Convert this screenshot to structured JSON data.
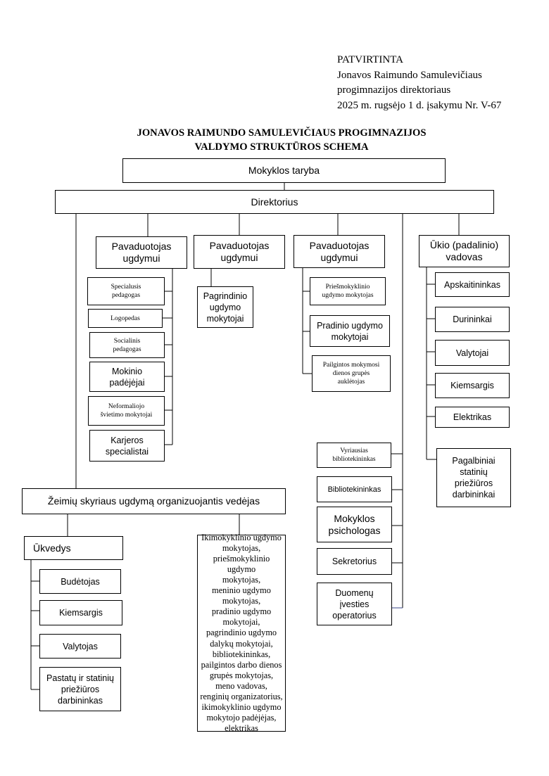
{
  "approval": [
    "PATVIRTINTA",
    "Jonavos Raimundo Samulevičiaus",
    "progimnazijos direktoriaus",
    "2025 m. rugsėjo 1 d. įsakymu Nr. V-67"
  ],
  "title": [
    "JONAVOS RAIMUNDO SAMULEVIČIAUS PROGIMNAZIJOS",
    "VALDYMO STRUKTŪROS SCHEMA"
  ],
  "council": "Mokyklos taryba",
  "director": "Direktorius",
  "deputy1": {
    "lines": [
      "Pavaduotojas",
      "ugdymui"
    ]
  },
  "deputy2": {
    "lines": [
      "Pavaduotojas",
      "ugdymui"
    ]
  },
  "deputy3": {
    "lines": [
      "Pavaduotojas",
      "ugdymui"
    ]
  },
  "economy": {
    "lines": [
      "Ūkio (padalinio)",
      "vadovas"
    ]
  },
  "deputy1_staff": [
    [
      "Specialusis",
      "pedagogas"
    ],
    [
      "Logopedas"
    ],
    [
      "Socialinis",
      "pedagogas"
    ],
    [
      "Mokinio",
      "padėjėjai"
    ],
    [
      "Neformaliojo",
      "švietimo mokytojai"
    ],
    [
      "Karjeros",
      "specialistai"
    ]
  ],
  "deputy2_staff": [
    [
      "Pagrindinio",
      "ugdymo",
      "mokytojai"
    ]
  ],
  "deputy3_staff": [
    [
      "Priešmokyklinio",
      "ugdymo  mokytojas"
    ],
    [
      "Pradinio ugdymo",
      "mokytojai"
    ],
    [
      "Pailgintos mokymosi",
      "dienos grupės",
      "auklėtojas"
    ]
  ],
  "economy_staff": [
    [
      "Apskaitininkas"
    ],
    [
      "Durininkai"
    ],
    [
      "Valytojai"
    ],
    [
      "Kiemsargis"
    ],
    [
      "Elektrikas"
    ],
    [
      "Pagalbiniai",
      "statinių",
      "priežiūros",
      "darbininkai"
    ]
  ],
  "director_staff": [
    [
      "Vyriausias",
      "bibliotekininkas"
    ],
    [
      "Bibliotekininkas"
    ],
    [
      "Mokyklos",
      "psichologas"
    ],
    [
      "Sekretorius"
    ],
    [
      "Duomenų",
      "įvesties",
      "operatorius"
    ]
  ],
  "zeimiai_head": "Žeimių skyriaus ugdymą organizuojantis vedėjas",
  "caretaker": "Ūkvedys",
  "caretaker_staff": [
    [
      "Budėtojas"
    ],
    [
      "Kiemsargis"
    ],
    [
      "Valytojas"
    ],
    [
      "Pastatų ir statinių",
      "priežiūros",
      "darbininkas"
    ]
  ],
  "zeimiai_teachers": [
    "Ikimokyklinio ugdymo",
    "mokytojas,",
    "priešmokyklinio ugdymo",
    "mokytojas,",
    "meninio ugdymo",
    "mokytojas,",
    "pradinio ugdymo",
    "mokytojai,",
    "pagrindinio ugdymo",
    "dalykų mokytojai,",
    "bibliotekininkas,",
    "pailgintos darbo dienos",
    "grupės mokytojas,",
    "meno vadovas,",
    "renginių organizatorius,",
    "ikimokyklinio ugdymo",
    "mokytojo padėjėjas,",
    "elektrikas"
  ]
}
